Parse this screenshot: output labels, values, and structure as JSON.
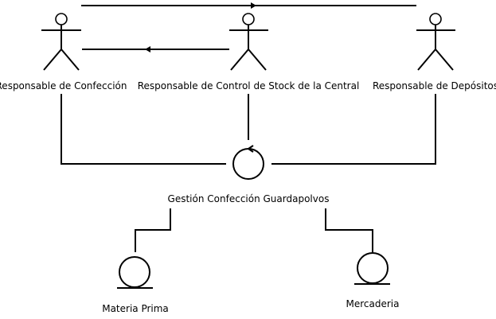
{
  "diagram": {
    "actors": {
      "confeccion": {
        "label": "Responsable de Confección"
      },
      "stock_central": {
        "label": "Responsable de Control de Stock de la Central"
      },
      "depositos": {
        "label": "Responsable de Depósitos"
      }
    },
    "control": {
      "label": "Gestión Confección Guardapolvos"
    },
    "entities": {
      "materia_prima": {
        "label": "Materia Prima"
      },
      "mercaderia": {
        "label": "Mercaderia"
      }
    }
  },
  "colors": {
    "stroke": "#000000",
    "background": "#ffffff"
  }
}
